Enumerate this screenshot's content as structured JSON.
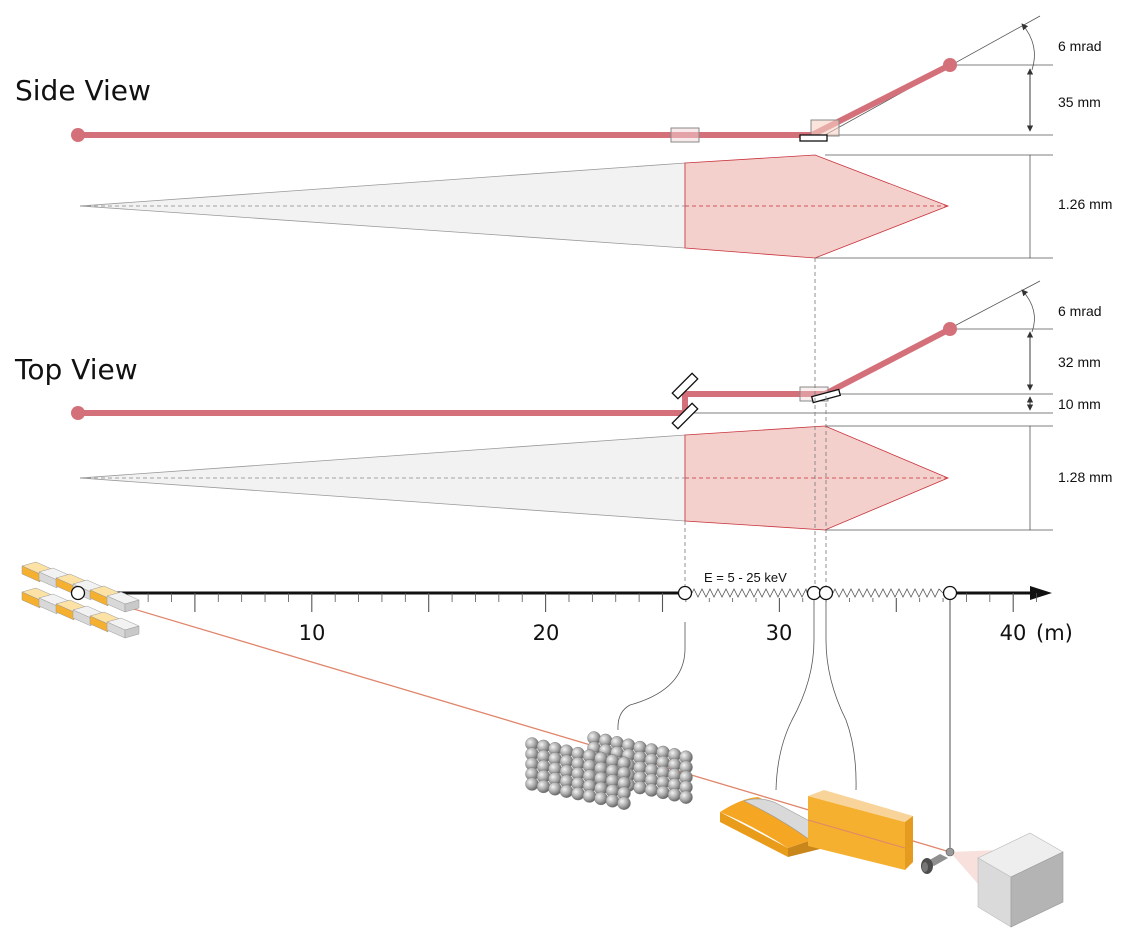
{
  "views": {
    "side": {
      "title": "Side View",
      "angle_label": "6 mrad",
      "offset_label": "35 mm",
      "size_label": "1.26 mm"
    },
    "top": {
      "title": "Top View",
      "angle_label": "6 mrad",
      "offset_label": "32 mm",
      "offset2_label": "10 mm",
      "size_label": "1.28 mm"
    }
  },
  "axis": {
    "tick_labels": [
      "10",
      "20",
      "30",
      "40"
    ],
    "unit": "(m)",
    "energy_label": "E = 5 - 25 keV"
  },
  "colors": {
    "beam": "#d4707a",
    "beam_fill": "#f3d0cb",
    "beam_edge": "#c8323c",
    "grey_fill": "#f2f2f2",
    "undulator_orange": "#f5b030",
    "undulator_grey": "#d8d8d8",
    "mirror_orange": "#f5a623",
    "xray_path": "#e0866c"
  }
}
